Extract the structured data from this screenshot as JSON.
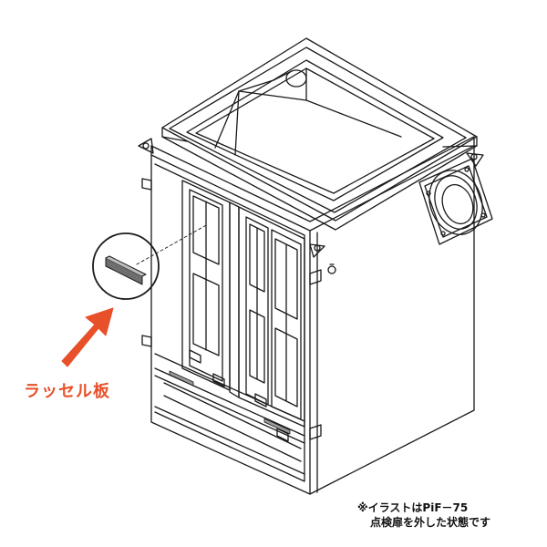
{
  "callout": {
    "label": "ラッセル板",
    "color": "#e8502a"
  },
  "note": {
    "line1": "※イラストはPiF－75",
    "line2": "点検扉を外した状態です"
  },
  "colors": {
    "line": "#1a1a1a",
    "panel_dark": "#9a9a9a",
    "accent": "#e8502a"
  }
}
